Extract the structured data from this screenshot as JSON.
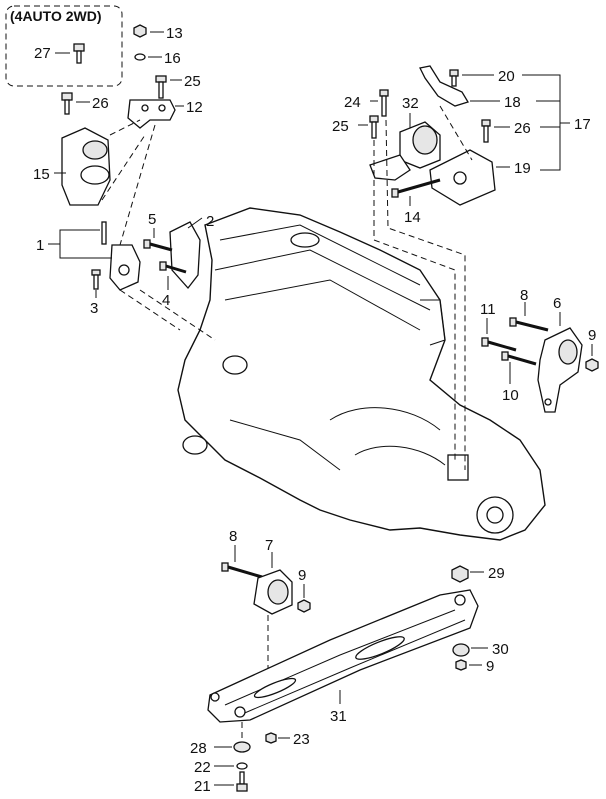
{
  "header_note": "(4AUTO 2WD)",
  "labels": {
    "p13": "13",
    "p27": "27",
    "p16": "16",
    "p25a": "25",
    "p26a": "26",
    "p12": "12",
    "p15": "15",
    "p1": "1",
    "p3": "3",
    "p5": "5",
    "p2": "2",
    "p4": "4",
    "p20": "20",
    "p24": "24",
    "p32": "32",
    "p18": "18",
    "p25b": "25",
    "p26b": "26",
    "p17": "17",
    "p19": "19",
    "p14": "14",
    "p11": "11",
    "p8a": "8",
    "p6": "6",
    "p9a": "9",
    "p10": "10",
    "p8b": "8",
    "p7": "7",
    "p9b": "9",
    "p29": "29",
    "p30": "30",
    "p9c": "9",
    "p31": "31",
    "p28": "28",
    "p23": "23",
    "p22": "22",
    "p21": "21"
  }
}
